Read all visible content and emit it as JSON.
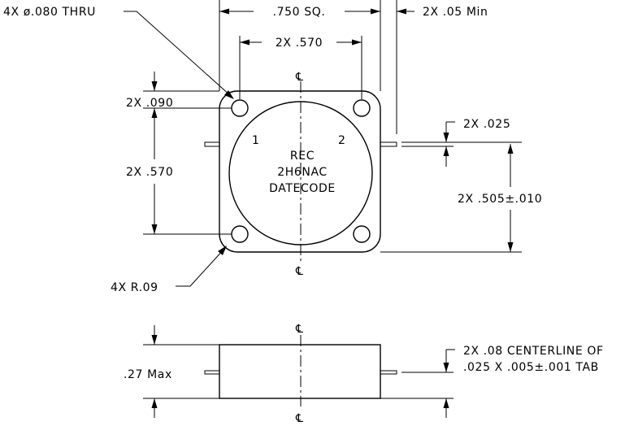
{
  "drawing": {
    "title": "",
    "top_view": {
      "hole_callout": "4X ø.080 THRU",
      "body_width": ".750 SQ.",
      "lead_length": "2X .05 Min",
      "hole_spacing_horizontal": "2X .570",
      "hole_edge_offset": "2X .090",
      "hole_spacing_vertical": "2X .570",
      "lead_width": "2X .025",
      "lead_position": "2X .505±.010",
      "corner_radius": "4X R.09",
      "centerline_symbol": "℄",
      "port_1": "1",
      "port_2": "2",
      "label_line1": "REC",
      "label_line2": "2H6NAC",
      "label_line3": "DATECODE"
    },
    "side_view": {
      "height": ".27 Max",
      "tab_note_line1": "2X .08 CENTERLINE OF",
      "tab_note_line2": ".025 X .005±.001 TAB",
      "centerline_symbol": "℄"
    }
  }
}
